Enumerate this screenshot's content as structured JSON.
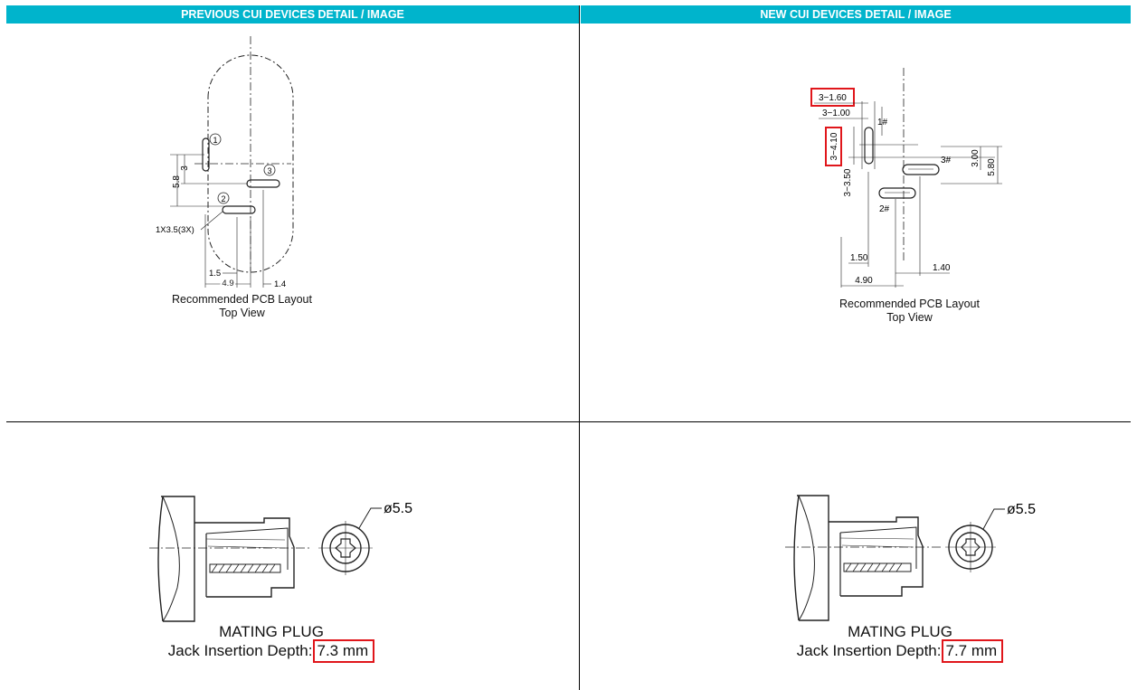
{
  "header": {
    "previous": "PREVIOUS CUI DEVICES DETAIL / IMAGE",
    "new": "NEW CUI DEVICES DETAIL / IMAGE"
  },
  "previous": {
    "pcb": {
      "pin1": "1",
      "pin2": "2",
      "pin3": "3",
      "dim_58": "5.8",
      "dim_3": "3",
      "slot_label": "1X3.5(3X)",
      "dim_15": "1.5",
      "dim_49": "4.9",
      "dim_14": "1.4",
      "caption_line1": "Recommended PCB Layout",
      "caption_line2": "Top View"
    },
    "plug": {
      "diameter": "ø5.5",
      "title": "MATING PLUG",
      "depth_label": "Jack Insertion Depth:",
      "depth_value": "7.3 mm"
    }
  },
  "new": {
    "pcb": {
      "dim_3_160": "3−1.60",
      "dim_3_100": "3−1.00",
      "dim_3_410": "3−4.10",
      "dim_3_350": "3−3.50",
      "dim_300": "3.00",
      "dim_580": "5.80",
      "dim_150": "1.50",
      "dim_140": "1.40",
      "dim_490": "4.90",
      "pin1": "1#",
      "pin2": "2#",
      "pin3": "3#",
      "caption_line1": "Recommended PCB Layout",
      "caption_line2": "Top View"
    },
    "plug": {
      "diameter": "ø5.5",
      "title": "MATING PLUG",
      "depth_label": "Jack Insertion Depth:",
      "depth_value": "7.7 mm"
    }
  },
  "colors": {
    "header_bg": "#00b4cc",
    "highlight": "#e0161b"
  }
}
